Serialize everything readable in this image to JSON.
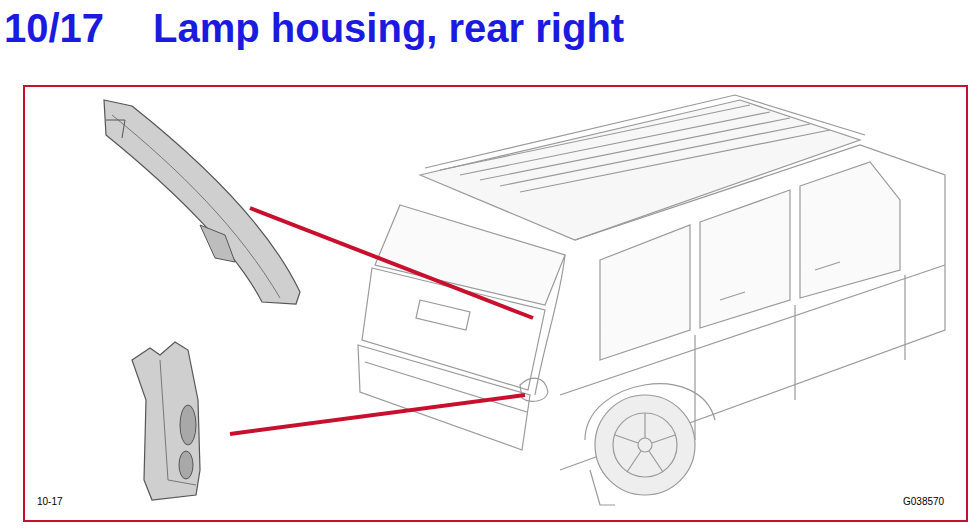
{
  "diagram": {
    "title": "Lamp housing, rear right",
    "labels": [
      "10/17",
      "10-17",
      "G038570"
    ]
  }
}
